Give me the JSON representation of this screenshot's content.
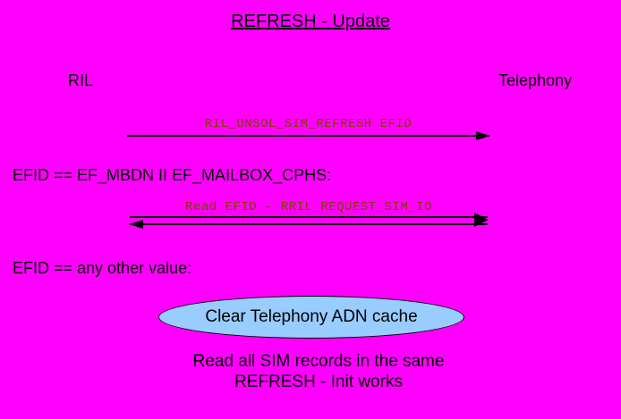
{
  "title": "REFRESH - Update",
  "actors": {
    "left": "RIL",
    "right": "Telephony"
  },
  "messages": [
    {
      "label": "RIL_UNSOL_SIM_REFRESH EFID",
      "from": "RIL",
      "to": "Telephony",
      "direction": "left-to-right"
    },
    {
      "label": "Read EFID - RRIL_REQUEST_SIM_IO",
      "from": "Telephony",
      "to": "RIL",
      "direction": "bidirectional"
    }
  ],
  "conditions": [
    "EFID == EF_MBDN II EF_MAILBOX_CPHS:",
    "EFID == any other value:"
  ],
  "ellipse": {
    "label": "Clear Telephony ADN cache"
  },
  "footer": {
    "line1": "Read all SIM records in the same",
    "line2": "REFRESH - Init works"
  },
  "colors": {
    "background": "#FF00FF",
    "text": "#000000",
    "message_label": "#7B3F00",
    "line": "#000000",
    "ellipse_fill": "#99CCFF",
    "ellipse_border": "#000000"
  }
}
